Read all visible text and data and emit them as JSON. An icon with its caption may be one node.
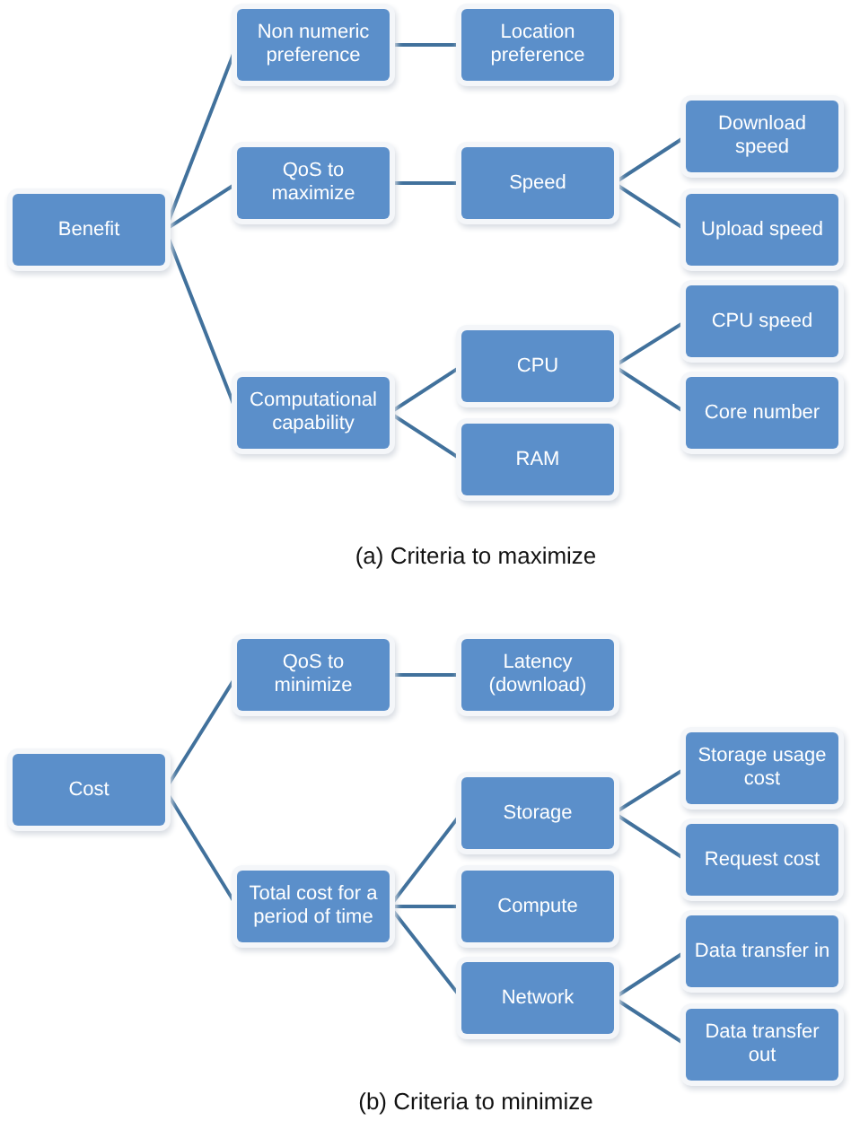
{
  "diagram": {
    "nodes": [
      {
        "text": [
          "Benefit"
        ]
      },
      {
        "text": [
          "Non numeric preference"
        ]
      },
      {
        "text": [
          "Location preference"
        ]
      },
      {
        "text": [
          "QoS to maximize"
        ]
      },
      {
        "text": [
          "Speed"
        ]
      },
      {
        "text": [
          "Download speed"
        ]
      },
      {
        "text": [
          "Upload speed"
        ]
      },
      {
        "text": [
          "Computational capability"
        ]
      },
      {
        "text": [
          "CPU"
        ]
      },
      {
        "text": [
          "CPU speed"
        ]
      },
      {
        "text": [
          "Core number"
        ]
      },
      {
        "text": [
          "RAM"
        ]
      },
      {
        "text": [
          "Cost"
        ]
      },
      {
        "text": [
          "QoS to minimize"
        ]
      },
      {
        "text": [
          "Latency (download)"
        ]
      },
      {
        "text": [
          "Total cost for a period of time"
        ]
      },
      {
        "text": [
          "Storage"
        ]
      },
      {
        "text": [
          "Compute"
        ]
      },
      {
        "text": [
          "Network"
        ]
      },
      {
        "text": [
          "Storage usage cost"
        ]
      },
      {
        "text": [
          "Request cost"
        ]
      },
      {
        "text": [
          "Data transfer in"
        ]
      },
      {
        "text": [
          "Data transfer out"
        ]
      }
    ],
    "edges": [
      {
        "from": 0,
        "to": 1,
        "arrow": "none"
      },
      {
        "from": 0,
        "to": 3,
        "arrow": "none"
      },
      {
        "from": 0,
        "to": 7,
        "arrow": "none"
      },
      {
        "from": 1,
        "to": 2,
        "arrow": "none"
      },
      {
        "from": 3,
        "to": 4,
        "arrow": "none"
      },
      {
        "from": 4,
        "to": 5,
        "arrow": "none"
      },
      {
        "from": 4,
        "to": 6,
        "arrow": "none"
      },
      {
        "from": 7,
        "to": 8,
        "arrow": "none"
      },
      {
        "from": 7,
        "to": 11,
        "arrow": "none"
      },
      {
        "from": 8,
        "to": 9,
        "arrow": "none"
      },
      {
        "from": 8,
        "to": 10,
        "arrow": "none"
      },
      {
        "from": 12,
        "to": 13,
        "arrow": "none"
      },
      {
        "from": 12,
        "to": 15,
        "arrow": "none"
      },
      {
        "from": 13,
        "to": 14,
        "arrow": "none"
      },
      {
        "from": 15,
        "to": 16,
        "arrow": "none"
      },
      {
        "from": 15,
        "to": 17,
        "arrow": "none"
      },
      {
        "from": 15,
        "to": 18,
        "arrow": "none"
      },
      {
        "from": 16,
        "to": 19,
        "arrow": "none"
      },
      {
        "from": 16,
        "to": 20,
        "arrow": "none"
      },
      {
        "from": 18,
        "to": 21,
        "arrow": "none"
      },
      {
        "from": 18,
        "to": 22,
        "arrow": "none"
      }
    ],
    "labels": [
      "(a) Criteria to maximize",
      "(b) Criteria to minimize"
    ]
  }
}
